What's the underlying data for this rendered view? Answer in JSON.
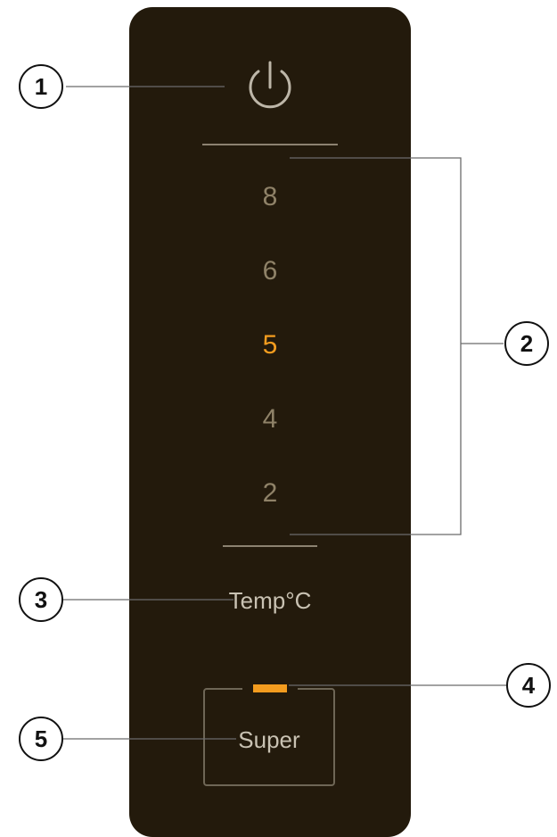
{
  "panel": {
    "power_icon": "power-icon",
    "temperature_levels": [
      "8",
      "6",
      "5",
      "4",
      "2"
    ],
    "active_level": "5",
    "temp_label": "Temp°C",
    "super_label": "Super"
  },
  "callouts": [
    "1",
    "2",
    "3",
    "4",
    "5"
  ],
  "colors": {
    "panel": "#231a0c",
    "active": "#f39c1f",
    "inactive": "#8f8268",
    "label": "#c9c2b3"
  }
}
